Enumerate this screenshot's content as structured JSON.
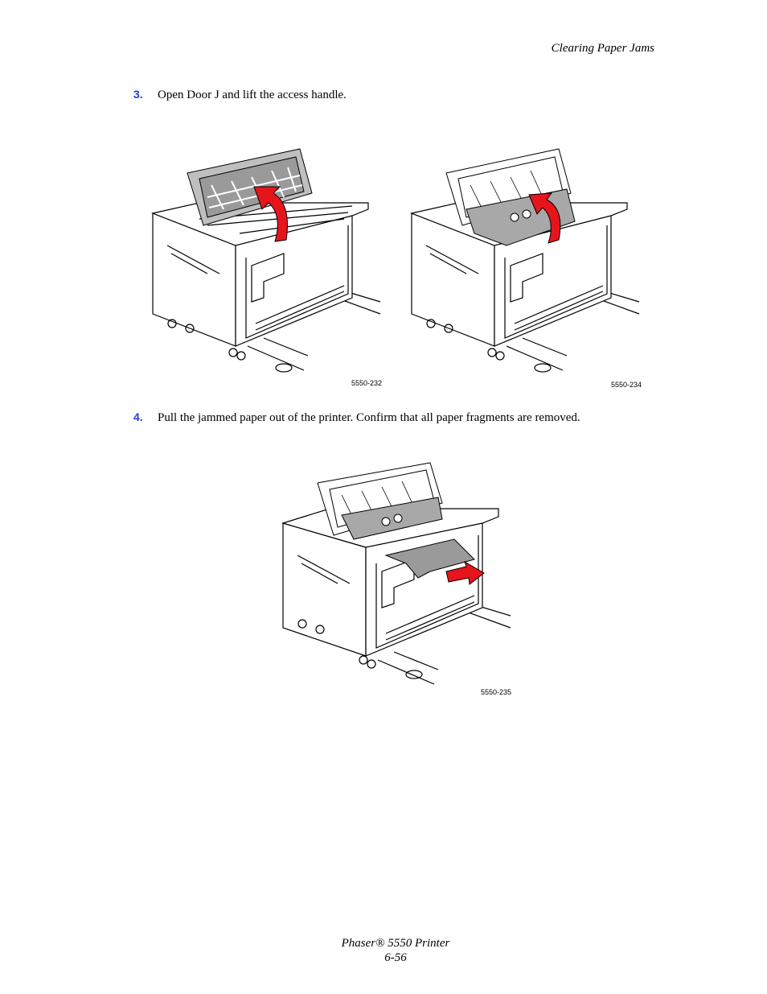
{
  "header": {
    "section_title": "Clearing Paper Jams"
  },
  "steps": [
    {
      "number": "3.",
      "text": "Open Door J and lift the access handle."
    },
    {
      "number": "4.",
      "text": "Pull the jammed paper out of the printer. Confirm that all paper fragments are removed."
    }
  ],
  "figures": [
    {
      "id": "5550-232"
    },
    {
      "id": "5550-234"
    },
    {
      "id": "5550-235"
    }
  ],
  "colors": {
    "step_number": "#1f3fd4",
    "arrow": "#e8141c"
  },
  "footer": {
    "product": "Phaser® 5550 Printer",
    "page": "6-56"
  }
}
